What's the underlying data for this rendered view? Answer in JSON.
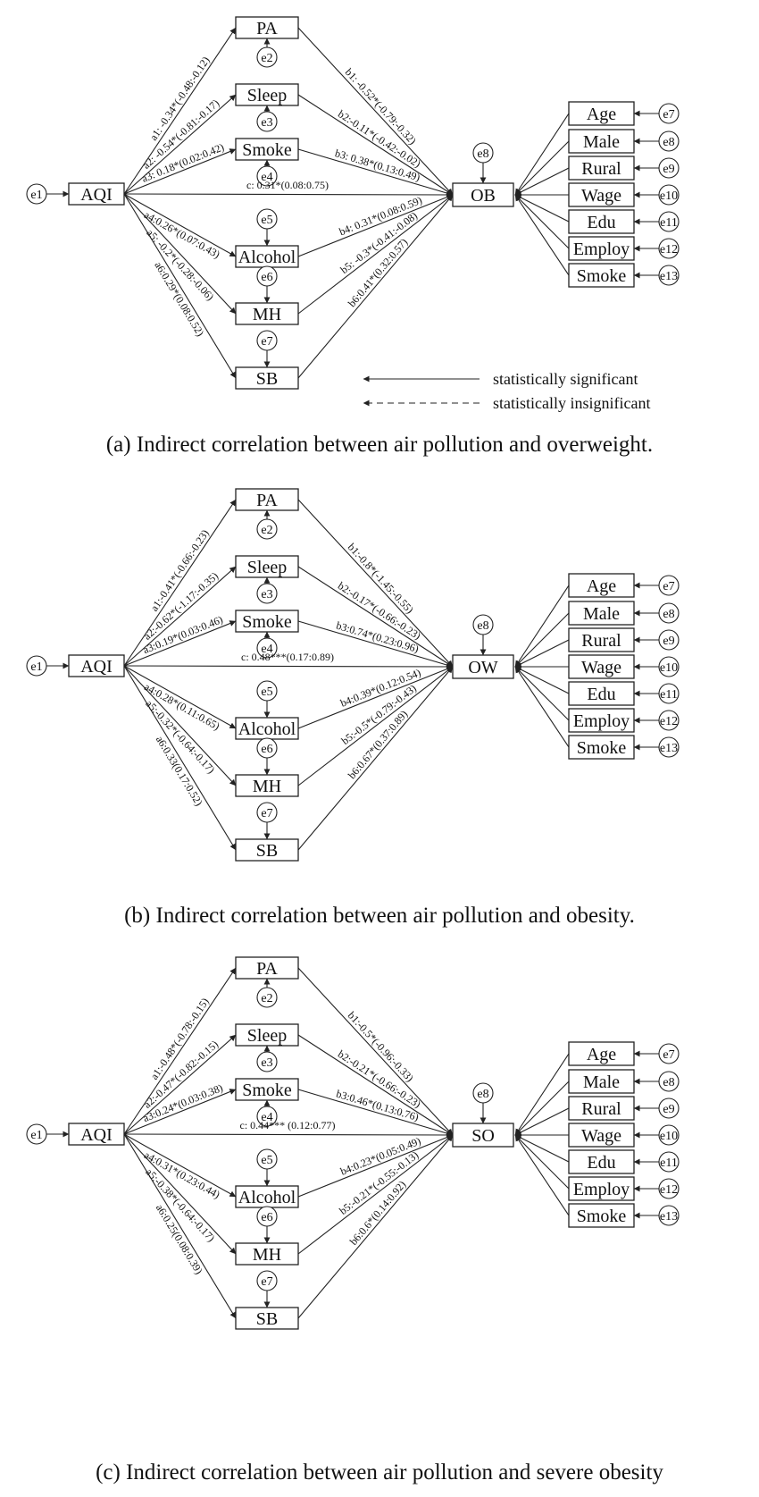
{
  "panels": [
    {
      "id": "a",
      "caption": "(a) Indirect correlation between air pollution and overweight.",
      "exposure": "AQI",
      "exposure_error": "e1",
      "outcome": "OB",
      "outcome_error": "e8",
      "mediators": [
        {
          "label": "PA",
          "error": "e2"
        },
        {
          "label": "Sleep",
          "error": "e3"
        },
        {
          "label": "Smoke",
          "error": "e4"
        },
        {
          "label": "Alcohol",
          "error": "e5"
        },
        {
          "label": "MH",
          "error": "e6"
        },
        {
          "label": "SB",
          "error": "e7"
        }
      ],
      "a_paths": [
        "a1: -0.34*(-0.48:-0.12)",
        "a2: -0.54*(-0.81:-0.17)",
        "a3: 0.18*(0.02:0.42)",
        "a4:0.26*(0.07:0.43)",
        "a5: -0.2*(-0.28:-0.06)",
        "a6:0.29*(0.08:0.52)"
      ],
      "b_paths": [
        "b1: -0.52*(-0.79:-0.32)",
        "b2:-0.11*(-0.42:-0.02)",
        "b3: 0.38*(0.13:0.49)",
        "b4: 0.31*(0.08:0.59)",
        "b5: -0.3*(-0.41:-0.08)",
        "b6:0.41*(0.32:0.57)"
      ],
      "c_path": "c: 0.31*(0.08:0.75)",
      "covariates": [
        {
          "label": "Age",
          "error": "e7"
        },
        {
          "label": "Male",
          "error": "e8"
        },
        {
          "label": "Rural",
          "error": "e9"
        },
        {
          "label": "Wage",
          "error": "e10"
        },
        {
          "label": "Edu",
          "error": "e11"
        },
        {
          "label": "Employ",
          "error": "e12"
        },
        {
          "label": "Smoke",
          "error": "e13"
        }
      ],
      "legend": {
        "significant": "statistically significant",
        "insignificant": "statistically insignificant"
      }
    },
    {
      "id": "b",
      "caption": "(b) Indirect correlation between air pollution and obesity.",
      "exposure": "AQI",
      "exposure_error": "e1",
      "outcome": "OW",
      "outcome_error": "e8",
      "mediators": [
        {
          "label": "PA",
          "error": "e2"
        },
        {
          "label": "Sleep",
          "error": "e3"
        },
        {
          "label": "Smoke",
          "error": "e4"
        },
        {
          "label": "Alcohol",
          "error": "e5"
        },
        {
          "label": "MH",
          "error": "e6"
        },
        {
          "label": "SB",
          "error": "e7"
        }
      ],
      "a_paths": [
        "a1:-0.41*(-0.66:-0.23)",
        "a2:-0.62*(-1.17:-0.35)",
        "a3:0.19*(0.03:0.46)",
        "a4:0.28*(0.11:0.65)",
        "a5:-0.32*(-0.64:-0.17)",
        "a6:0.33(0.17:0.52)"
      ],
      "b_paths": [
        "b1:-0.8*(-1.45:-0.55)",
        "b2:-0.17*(-0.66:-0.23)",
        "b3:0.74*(0.23:0.96)",
        "b4:0.39*(0.12:0.54)",
        "b5:-0.5*(-0.79:-0.43)",
        "b6:0.67*(0.37:0.89)"
      ],
      "c_path": "c:     0.48***(0.17:0.89)",
      "covariates": [
        {
          "label": "Age",
          "error": "e7"
        },
        {
          "label": "Male",
          "error": "e8"
        },
        {
          "label": "Rural",
          "error": "e9"
        },
        {
          "label": "Wage",
          "error": "e10"
        },
        {
          "label": "Edu",
          "error": "e11"
        },
        {
          "label": "Employ",
          "error": "e12"
        },
        {
          "label": "Smoke",
          "error": "e13"
        }
      ]
    },
    {
      "id": "c",
      "caption": "(c) Indirect correlation between air pollution and severe obesity",
      "exposure": "AQI",
      "exposure_error": "e1",
      "outcome": "SO",
      "outcome_error": "e8",
      "mediators": [
        {
          "label": "PA",
          "error": "e2"
        },
        {
          "label": "Sleep",
          "error": "e3"
        },
        {
          "label": "Smoke",
          "error": "e4"
        },
        {
          "label": "Alcohol",
          "error": "e5"
        },
        {
          "label": "MH",
          "error": "e6"
        },
        {
          "label": "SB",
          "error": "e7"
        }
      ],
      "a_paths": [
        "a1:-0.48*(-0.78:-0.15)",
        "a2:-0.47*(-0.82:-0.15)",
        "a3:0.24*(0.03:0.38)",
        "a4:0.31*(0.23:0.44)",
        "a5:-0.38*(-0.64:-0.17)",
        "a6:0.25(0.08:0.39)"
      ],
      "b_paths": [
        "b1:-0.5*(-0.96:-0.33)",
        "b2:-0.21*(-0.66:-0.23)",
        "b3:0.46*(0.13:0.76)",
        "b4:0.23*(0.05:0.49)",
        "b5:-0.21*(-0.55:-0.13)",
        "b6:0.6*(0.14:0.92)"
      ],
      "c_path": "c:     0.44*** (0.12:0.77)",
      "covariates": [
        {
          "label": "Age",
          "error": "e7"
        },
        {
          "label": "Male",
          "error": "e8"
        },
        {
          "label": "Rural",
          "error": "e9"
        },
        {
          "label": "Wage",
          "error": "e10"
        },
        {
          "label": "Edu",
          "error": "e11"
        },
        {
          "label": "Employ",
          "error": "e12"
        },
        {
          "label": "Smoke",
          "error": "e13"
        }
      ]
    }
  ]
}
